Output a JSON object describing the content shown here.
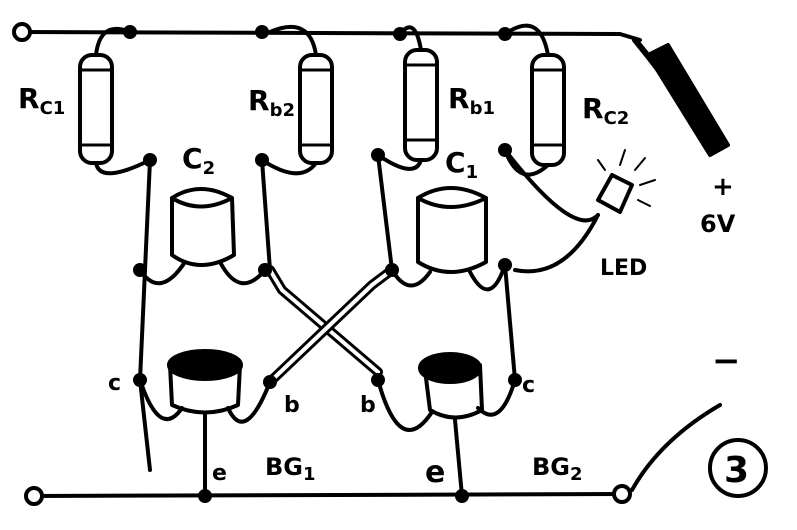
{
  "resistors": [
    {
      "name": "Rc1",
      "letter": "R",
      "sub": "C1"
    },
    {
      "name": "Rb2",
      "letter": "R",
      "sub": "b2"
    },
    {
      "name": "Rb1",
      "letter": "R",
      "sub": "b1"
    },
    {
      "name": "Rc2",
      "letter": "R",
      "sub": "C2"
    }
  ],
  "capacitors": [
    {
      "name": "C2",
      "letter": "C",
      "sub": "2"
    },
    {
      "name": "C1",
      "letter": "C",
      "sub": "1"
    }
  ],
  "transistors": [
    {
      "name": "BG1",
      "letters": "BG",
      "sub": "1",
      "c": "c",
      "b": "b",
      "e": "e"
    },
    {
      "name": "BG2",
      "letters": "BG",
      "sub": "2",
      "c": "c",
      "b": "b",
      "e": "e"
    }
  ],
  "led_label": "LED",
  "supply": {
    "plus": "+",
    "minus": "−",
    "voltage": "6V"
  },
  "figure_number": "3",
  "colors": {
    "ink": "#000000",
    "paper": "#ffffff"
  }
}
